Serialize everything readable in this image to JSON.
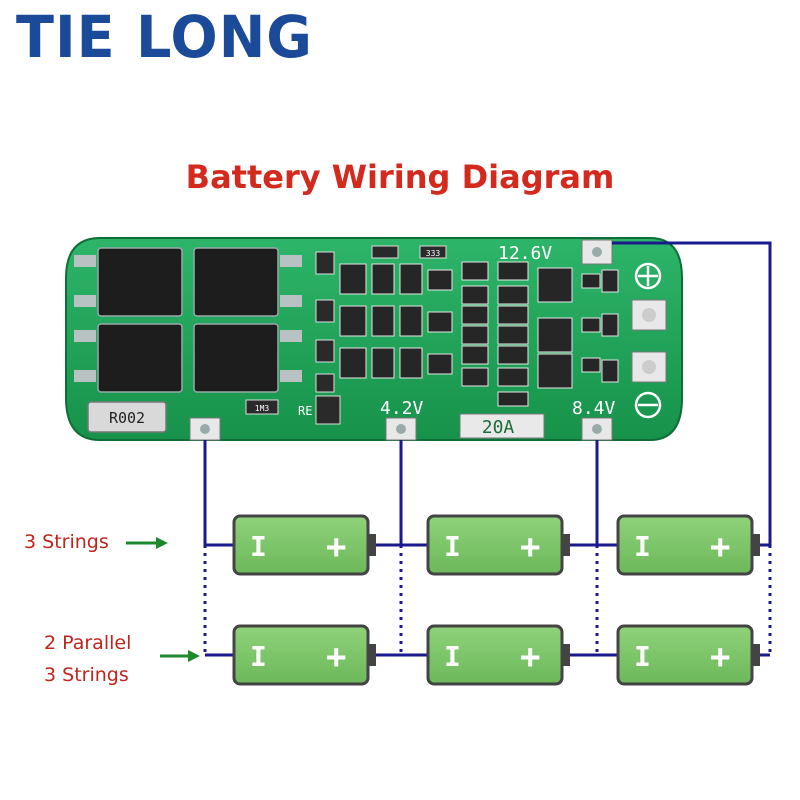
{
  "brand": "TIE LONG",
  "title": "Battery Wiring Diagram",
  "board": {
    "voltage_labels": [
      "12.6V",
      "4.2V",
      "8.4V"
    ],
    "current_rating": "20A",
    "resistor_label": "R002",
    "re_label": "RE",
    "smd_codes": [
      "1M3",
      "333"
    ]
  },
  "batteries": {
    "minus_symbol": "I",
    "plus_symbol": "+"
  },
  "labels": {
    "three_strings": "3 Strings",
    "two_parallel_line1": "2 Parallel",
    "two_parallel_line2": "3 Strings"
  },
  "colors": {
    "brand": "#1b4a99",
    "title": "#d32a1d",
    "board": "#1fa55a",
    "wire": "#1a1a8c",
    "battery": "#7dc66a",
    "arrow": "#1c8a2c",
    "label": "#c0241a"
  }
}
